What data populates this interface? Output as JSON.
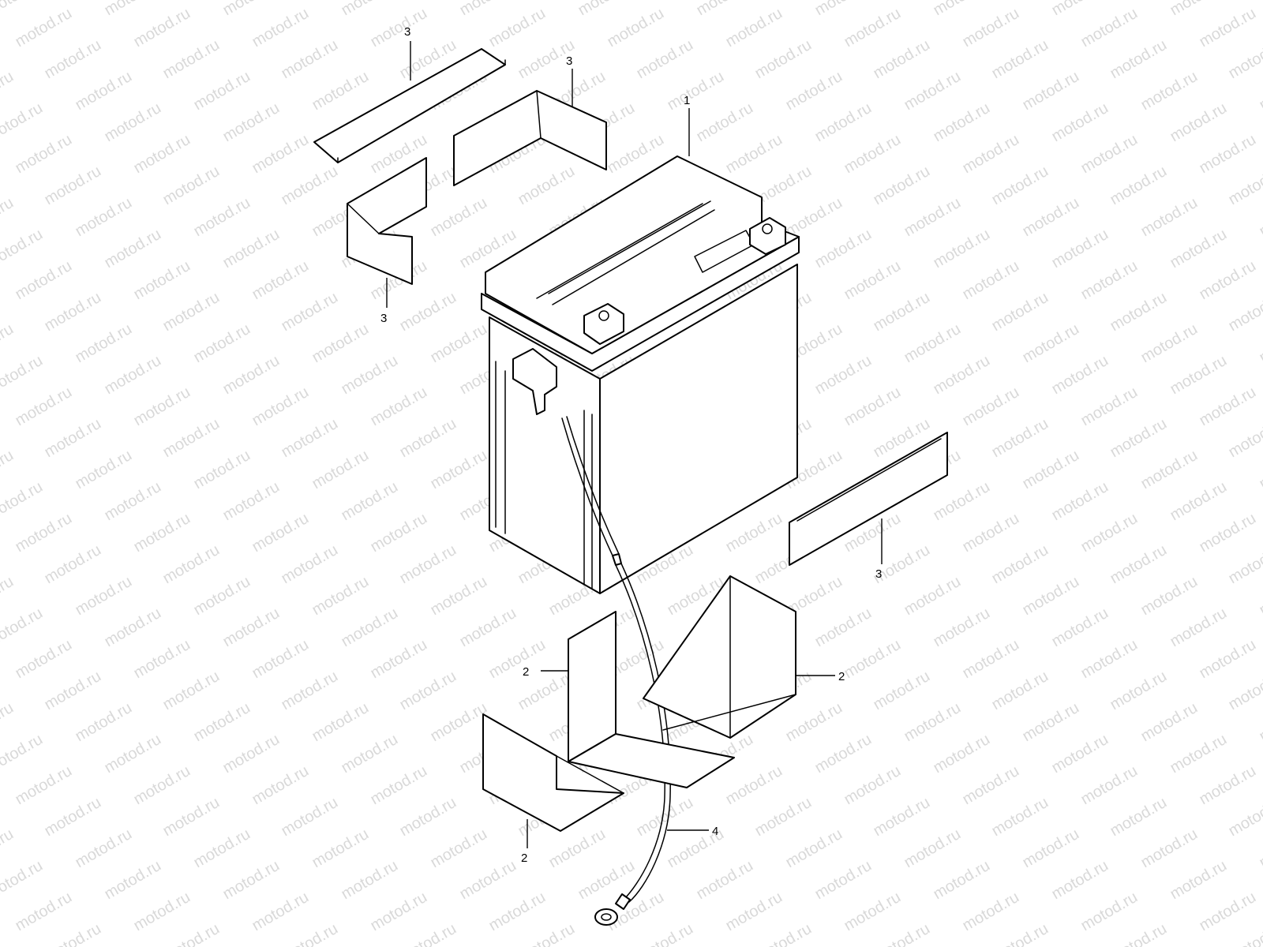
{
  "watermark": {
    "text": "motod.ru",
    "color": "#d9d9d9"
  },
  "callouts": {
    "c1": "1",
    "c2a": "2",
    "c2b": "2",
    "c2c": "2",
    "c3a": "3",
    "c3b": "3",
    "c3c": "3",
    "c3d": "3",
    "c4": "4"
  },
  "colors": {
    "line": "#000000",
    "background": "#ffffff"
  }
}
